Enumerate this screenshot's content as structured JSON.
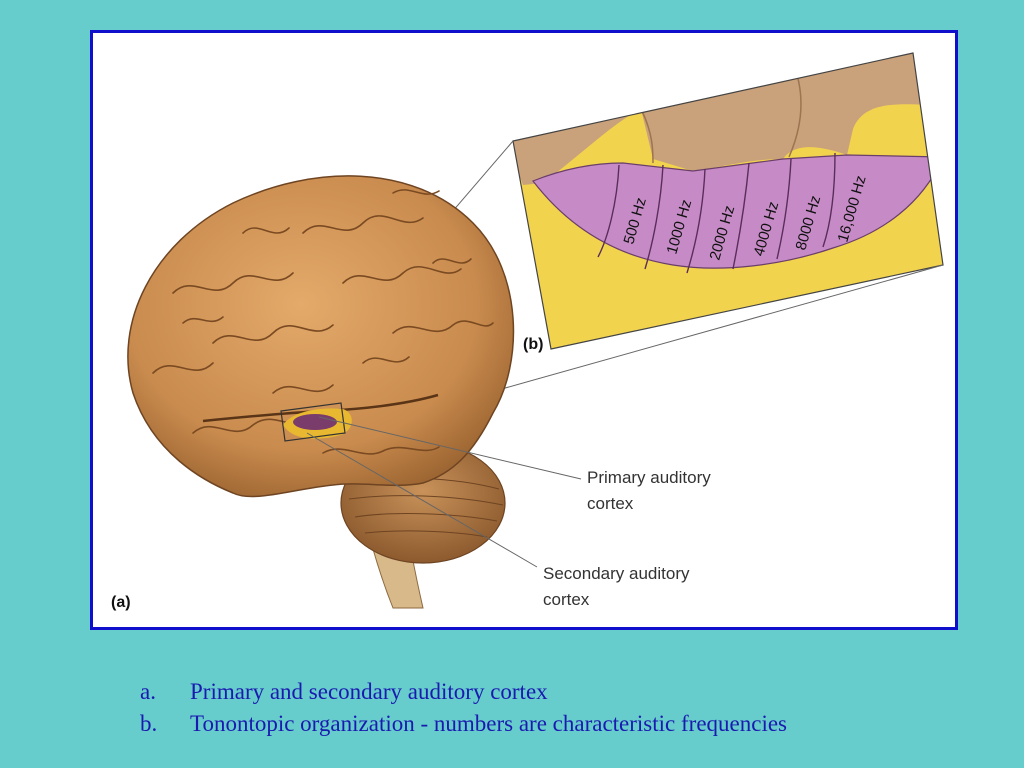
{
  "figure": {
    "panel_a_label": "(a)",
    "panel_b_label": "(b)",
    "callouts": {
      "primary": [
        "Primary auditory",
        "cortex"
      ],
      "secondary": [
        "Secondary auditory",
        "cortex"
      ]
    },
    "frequency_bands": [
      "500 Hz",
      "1000 Hz",
      "2000 Hz",
      "4000 Hz",
      "8000 Hz",
      "16,000 Hz"
    ]
  },
  "captions": [
    {
      "marker": "a.",
      "text": "Primary and secondary auditory cortex"
    },
    {
      "marker": "b.",
      "text": "Tonontopic organization - numbers are characteristic frequencies"
    }
  ],
  "colors": {
    "background": "#66CCCC",
    "frame_border": "#1010CC",
    "caption_text": "#1A1AB0",
    "brain": "#C98B4E",
    "primary_cortex": "#7A3C6A",
    "secondary_cortex": "#E8B830",
    "tonotopic_purple": "#C68BC6",
    "tonotopic_yellow": "#F2D34E",
    "tissue_tan": "#C9A17A"
  }
}
